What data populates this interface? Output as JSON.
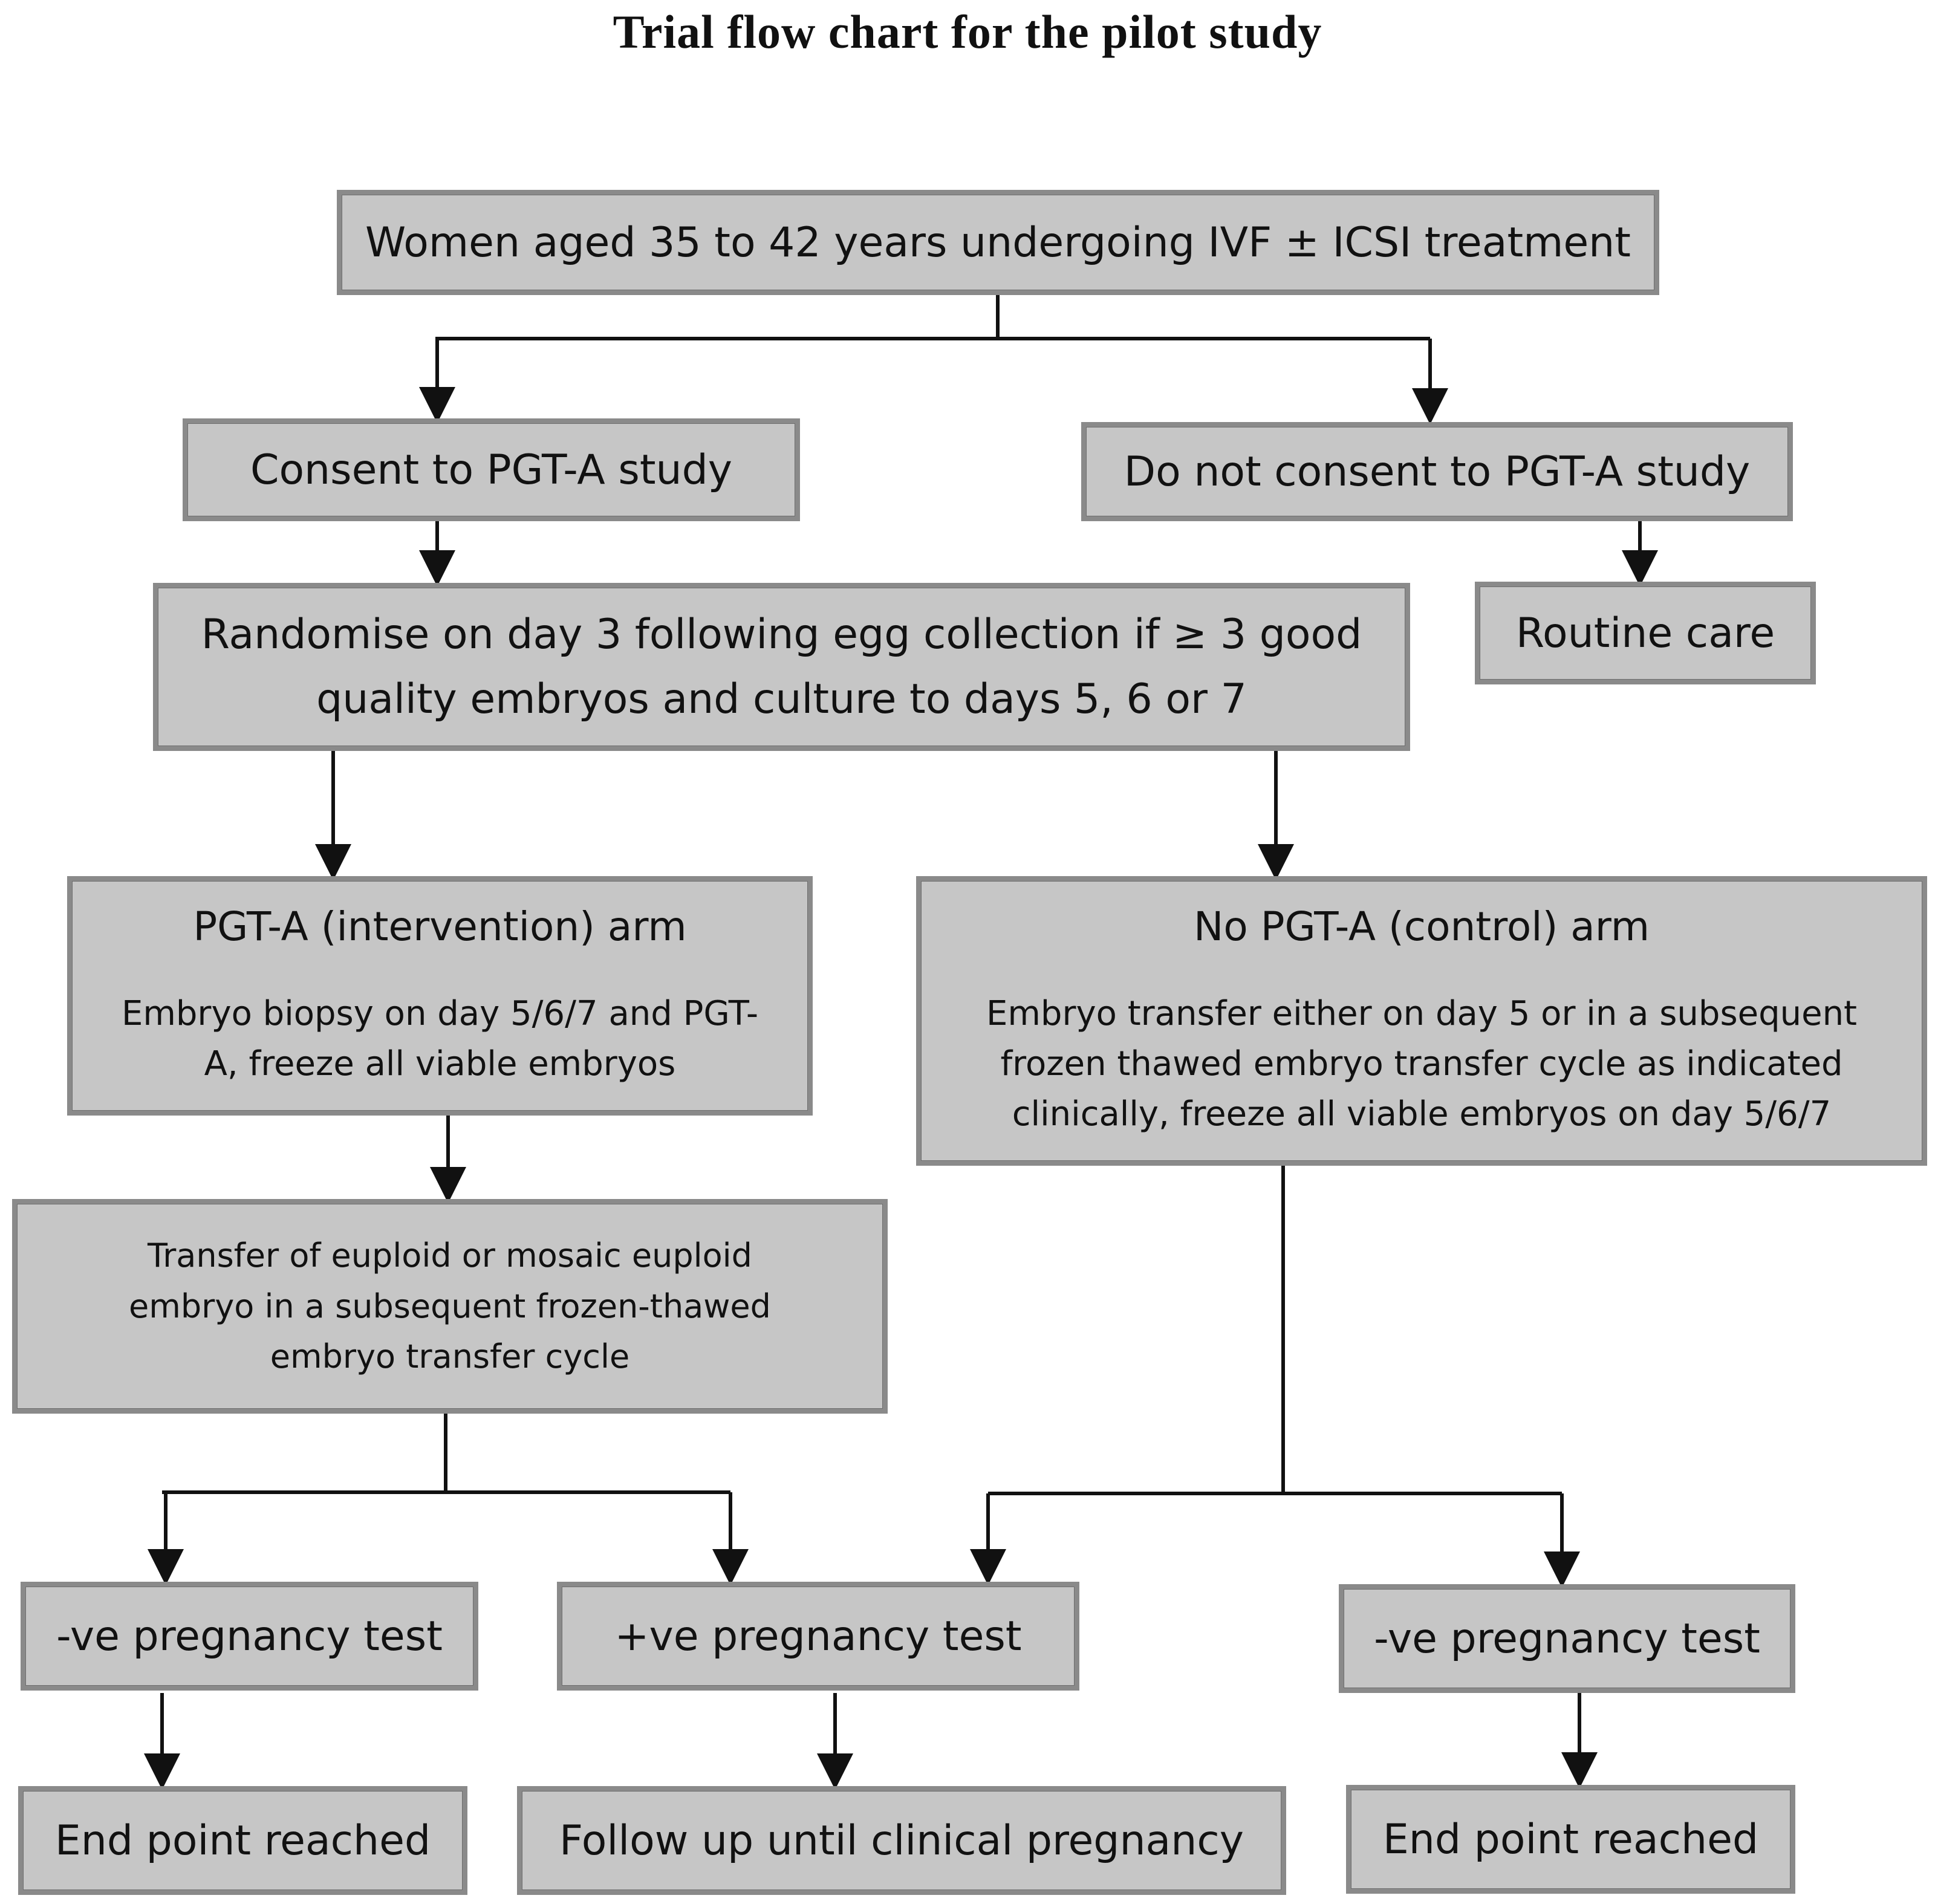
{
  "title": "Trial flow chart for the pilot study",
  "nodes": {
    "women": "Women aged 35 to 42 years undergoing IVF ± ICSI treatment",
    "consent": "Consent to PGT-A study",
    "no_consent": "Do not consent to PGT-A study",
    "randomise_line1": "Randomise on day 3 following egg collection if ≥ 3 good",
    "randomise_line2": "quality embryos and culture to days 5, 6 or 7",
    "routine_care": "Routine care",
    "intervention_title": "PGT-A (intervention) arm",
    "intervention_line1": "Embryo biopsy on day 5/6/7 and PGT-",
    "intervention_line2": "A, freeze all viable embryos",
    "control_title": "No PGT-A (control) arm",
    "control_line1": "Embryo transfer either on day 5 or in a subsequent",
    "control_line2": "frozen thawed embryo transfer cycle as indicated",
    "control_line3": "clinically, freeze all viable embryos on day 5/6/7",
    "transfer_line1": "Transfer of euploid or mosaic euploid",
    "transfer_line2": "embryo in a subsequent frozen-thawed",
    "transfer_line3": "embryo transfer cycle",
    "neg_test_left": "-ve pregnancy test",
    "pos_test": "+ve pregnancy test",
    "neg_test_right": "-ve pregnancy test",
    "end_left": "End point reached",
    "follow_up": "Follow up until clinical pregnancy",
    "end_right": "End point reached"
  },
  "colors": {
    "box_fill": "#c6c6c6",
    "box_border": "#8a8a8a",
    "line": "#111111"
  }
}
